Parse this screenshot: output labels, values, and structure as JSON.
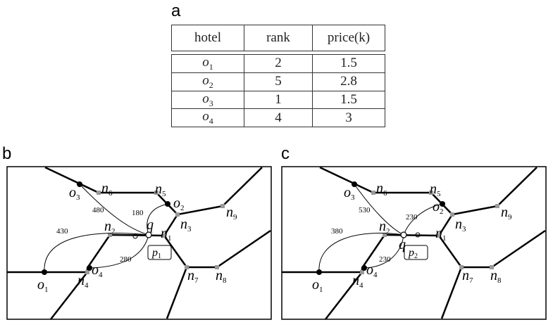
{
  "panels": {
    "a": "a",
    "b": "b",
    "c": "c"
  },
  "table": {
    "headers": [
      "hotel",
      "rank",
      "price(k)"
    ],
    "rows": [
      {
        "hotel_base": "o",
        "hotel_sub": "1",
        "rank": "2",
        "price": "1.5"
      },
      {
        "hotel_base": "o",
        "hotel_sub": "2",
        "rank": "5",
        "price": "2.8"
      },
      {
        "hotel_base": "o",
        "hotel_sub": "3",
        "rank": "1",
        "price": "1.5"
      },
      {
        "hotel_base": "o",
        "hotel_sub": "4",
        "rank": "4",
        "price": "3"
      }
    ]
  },
  "graph_b": {
    "query": "q",
    "point": {
      "base": "p",
      "sub": "1"
    },
    "distances": [
      "480",
      "180",
      "430",
      "280"
    ],
    "nodes": [
      "n1",
      "n2",
      "n3",
      "n4",
      "n5",
      "n6",
      "n7",
      "n8",
      "n9"
    ],
    "hotels": [
      "o1",
      "o2",
      "o3",
      "o4"
    ]
  },
  "graph_c": {
    "query": "q",
    "point": {
      "base": "p",
      "sub": "2"
    },
    "distances": [
      "530",
      "230",
      "380",
      "230"
    ],
    "nodes": [
      "n1",
      "n2",
      "n3",
      "n4",
      "n5",
      "n6",
      "n7",
      "n8",
      "n9"
    ],
    "hotels": [
      "o1",
      "o2",
      "o3",
      "o4"
    ]
  }
}
